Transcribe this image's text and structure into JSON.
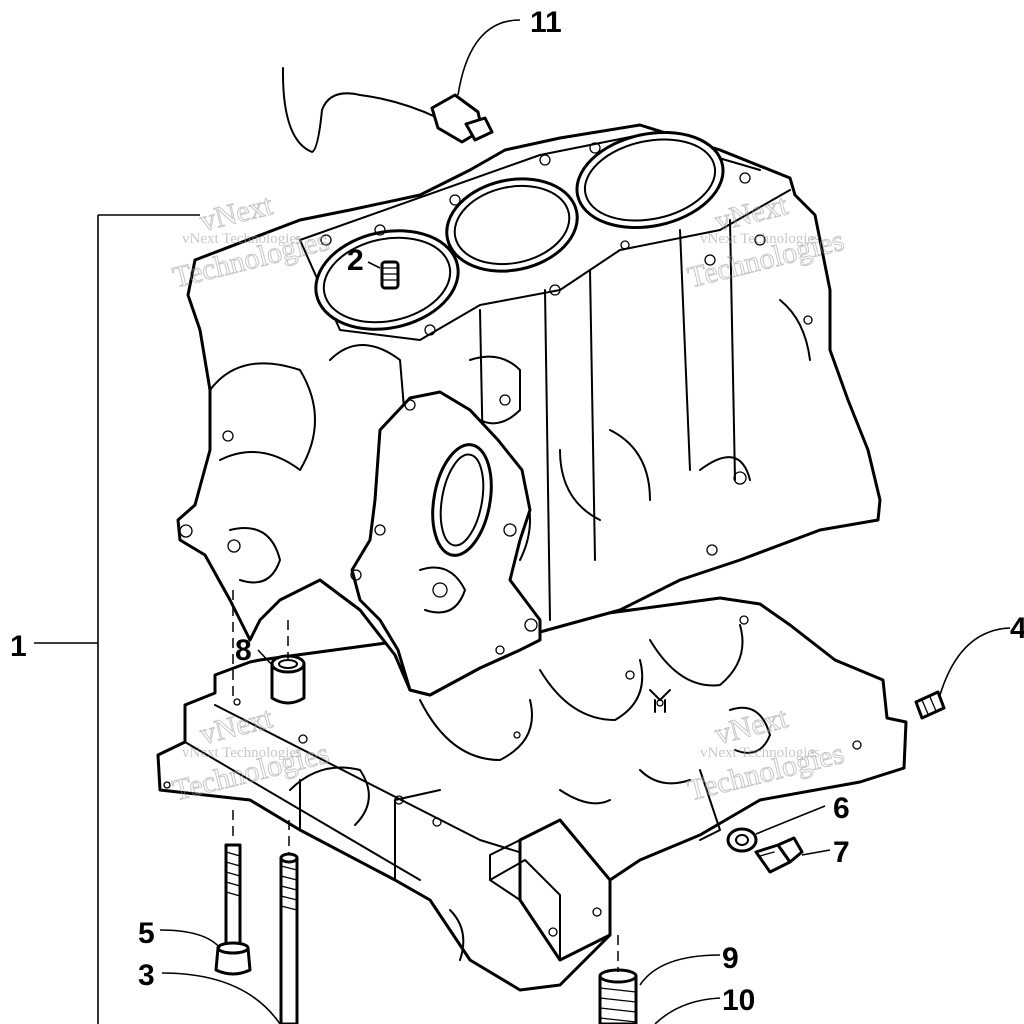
{
  "diagram": {
    "callouts": [
      {
        "id": "1",
        "label": "1"
      },
      {
        "id": "2",
        "label": "2"
      },
      {
        "id": "3",
        "label": "3"
      },
      {
        "id": "4",
        "label": "4"
      },
      {
        "id": "5",
        "label": "5"
      },
      {
        "id": "6",
        "label": "6"
      },
      {
        "id": "7",
        "label": "7"
      },
      {
        "id": "8",
        "label": "8"
      },
      {
        "id": "9",
        "label": "9"
      },
      {
        "id": "10",
        "label": "10"
      },
      {
        "id": "11",
        "label": "11"
      }
    ],
    "watermark": {
      "line_small": "vNext Technologies",
      "line_big_1": "vNext",
      "line_big_2": "Technologies"
    }
  }
}
